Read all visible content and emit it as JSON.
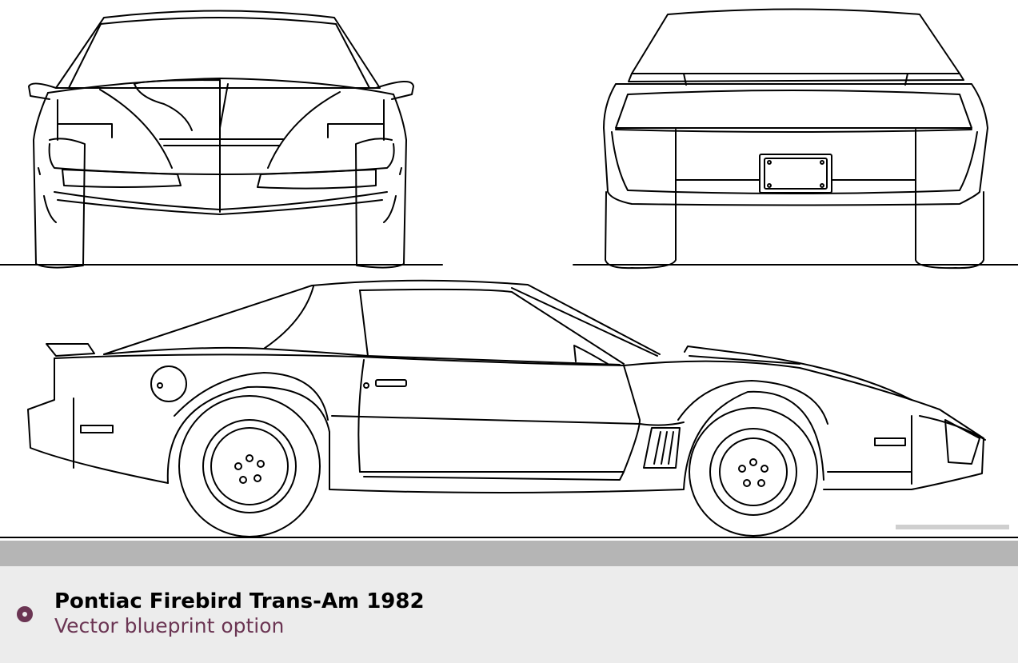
{
  "caption": {
    "title": "Pontiac Firebird Trans-Am 1982",
    "subtitle": "Vector blueprint option",
    "accent_color": "#6b3553",
    "icon": "ring-bullet-icon"
  },
  "views": [
    "front",
    "rear",
    "side"
  ]
}
